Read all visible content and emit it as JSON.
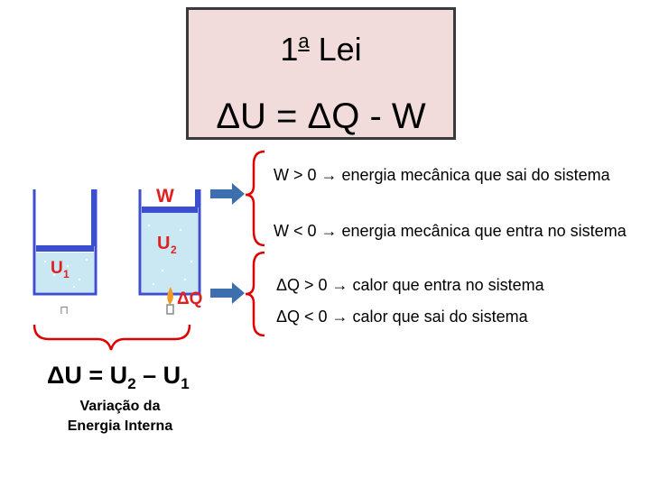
{
  "title": {
    "prefix": "1",
    "superscript": "a",
    "word": "Lei",
    "equation": "ΔU = ΔQ - W"
  },
  "diagram_labels": {
    "u1": "U1",
    "u2": "U2",
    "work": "W",
    "heat": "ΔQ"
  },
  "statements": {
    "w_positive": "W > 0 → energia mecânica que sai do sistema",
    "w_negative": "W < 0 → energia mecânica que entra no sistema",
    "q_positive": "ΔQ > 0 → calor que entra no sistema",
    "q_negative": "ΔQ < 0 → calor que sai do sistema"
  },
  "formula": {
    "lhs": "ΔU = U",
    "sub2": "2",
    "minus": " – U",
    "sub1": "1",
    "caption_line1": "Variação da",
    "caption_line2": "Energia Interna"
  },
  "colors": {
    "title_bg": "#f2dcdb",
    "piston": "#3b4fd0",
    "water": "#c9e8f3",
    "label_red": "#e02020",
    "arrow": "#3d6fae",
    "brace": "#e00000",
    "flame": "#f29b22"
  }
}
